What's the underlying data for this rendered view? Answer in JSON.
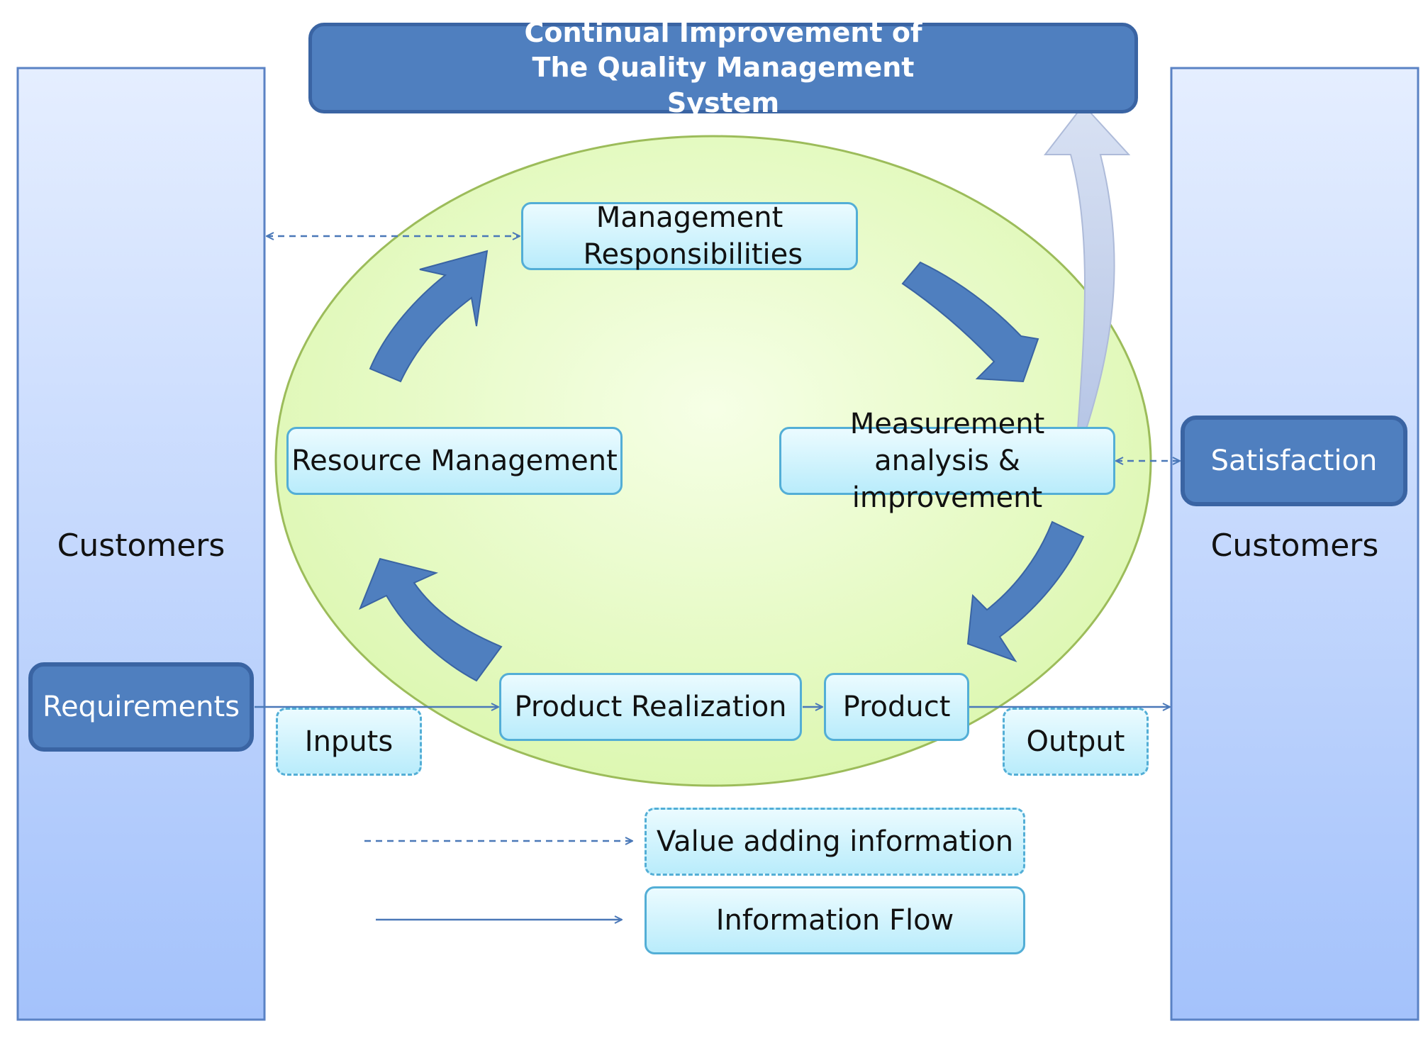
{
  "title": "Continual Improvement of The Quality Management System",
  "left_panel": {
    "label": "Customers",
    "badge": "Requirements"
  },
  "right_panel": {
    "label": "Customers",
    "badge": "Satisfaction"
  },
  "nodes": {
    "management": "Management Responsibilities",
    "resource": "Resource Management",
    "measurement": "Measurement analysis & improvement",
    "realization": "Product Realization",
    "product": "Product"
  },
  "flow_labels": {
    "inputs": "Inputs",
    "output": "Output"
  },
  "legend": {
    "dashed": "Value adding information",
    "solid": "Information Flow"
  },
  "colors": {
    "panel_top": "#e5eeff",
    "panel_bottom": "#a4c2fb",
    "dark_blue": "#4f7fbf",
    "ellipse_fill": "#e4f9c0",
    "ellipse_stroke": "#9cbc5a",
    "node_border": "#53aed6",
    "arrow": "#4f7fbf",
    "line": "#4a78b8",
    "improvement_arrow": "#c5d2ec"
  }
}
